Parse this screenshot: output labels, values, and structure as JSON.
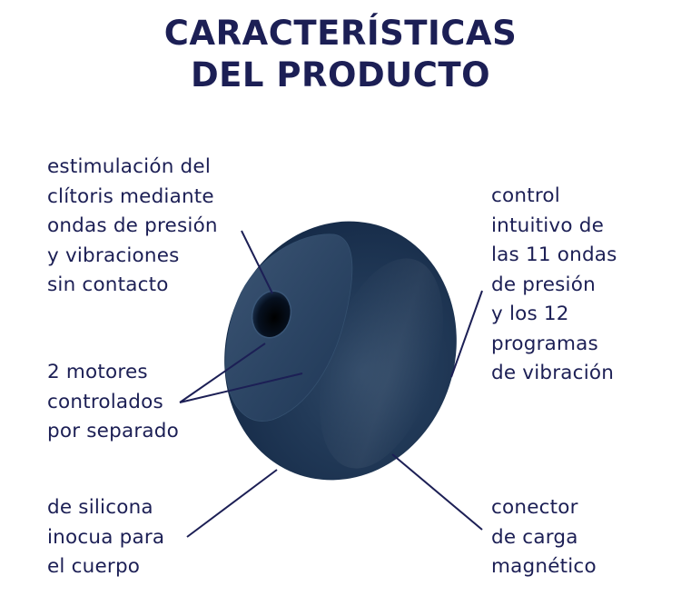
{
  "title": {
    "line1": "CARACTERÍSTICAS",
    "line2": "DEL PRODUCTO"
  },
  "features": {
    "stimulation": {
      "lines": [
        "estimulación del",
        "clítoris mediante",
        "ondas de presión",
        "y vibraciones",
        "sin contacto"
      ]
    },
    "motors": {
      "lines": [
        "2 motores",
        "controlados",
        "por separado"
      ]
    },
    "silicone": {
      "lines": [
        "de silicona",
        "inocua para",
        "el cuerpo"
      ]
    },
    "control": {
      "lines": [
        "control",
        "intuitivo de",
        "las 11 ondas",
        "de presión",
        "y los 12",
        "programas",
        "de vibración"
      ]
    },
    "charger": {
      "lines": [
        "conector",
        "de carga",
        "magnético"
      ]
    }
  },
  "colors": {
    "text": "#1c1f55",
    "product_body": "#1f3553",
    "leader_line": "#1c1f55"
  }
}
